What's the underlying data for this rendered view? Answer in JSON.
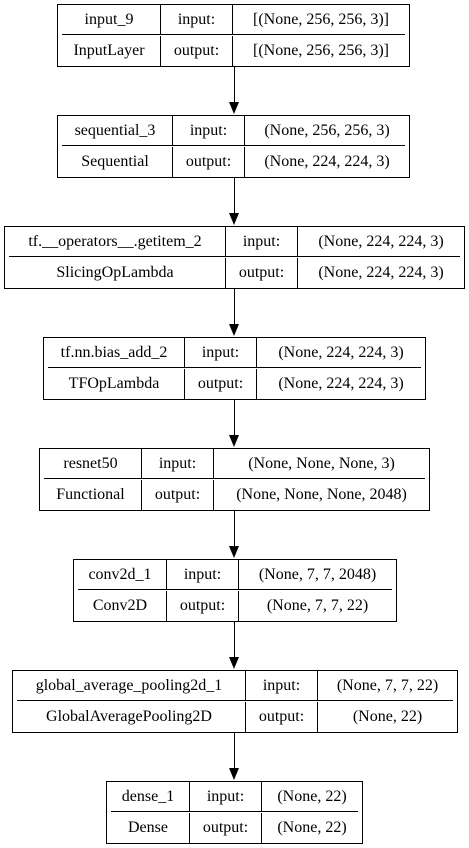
{
  "nodes": [
    {
      "name": "input_9",
      "type": "InputLayer",
      "input_label": "input:",
      "output_label": "output:",
      "input": "[(None, 256, 256, 3)]",
      "output": "[(None, 256, 256, 3)]"
    },
    {
      "name": "sequential_3",
      "type": "Sequential",
      "input_label": "input:",
      "output_label": "output:",
      "input": "(None, 256, 256, 3)",
      "output": "(None, 224, 224, 3)"
    },
    {
      "name": "tf.__operators__.getitem_2",
      "type": "SlicingOpLambda",
      "input_label": "input:",
      "output_label": "output:",
      "input": "(None, 224, 224, 3)",
      "output": "(None, 224, 224, 3)"
    },
    {
      "name": "tf.nn.bias_add_2",
      "type": "TFOpLambda",
      "input_label": "input:",
      "output_label": "output:",
      "input": "(None, 224, 224, 3)",
      "output": "(None, 224, 224, 3)"
    },
    {
      "name": "resnet50",
      "type": "Functional",
      "input_label": "input:",
      "output_label": "output:",
      "input": "(None, None, None, 3)",
      "output": "(None, None, None, 2048)"
    },
    {
      "name": "conv2d_1",
      "type": "Conv2D",
      "input_label": "input:",
      "output_label": "output:",
      "input": "(None, 7, 7, 2048)",
      "output": "(None, 7, 7, 22)"
    },
    {
      "name": "global_average_pooling2d_1",
      "type": "GlobalAveragePooling2D",
      "input_label": "input:",
      "output_label": "output:",
      "input": "(None, 7, 7, 22)",
      "output": "(None, 22)"
    },
    {
      "name": "dense_1",
      "type": "Dense",
      "input_label": "input:",
      "output_label": "output:",
      "input": "(None, 22)",
      "output": "(None, 22)"
    }
  ]
}
